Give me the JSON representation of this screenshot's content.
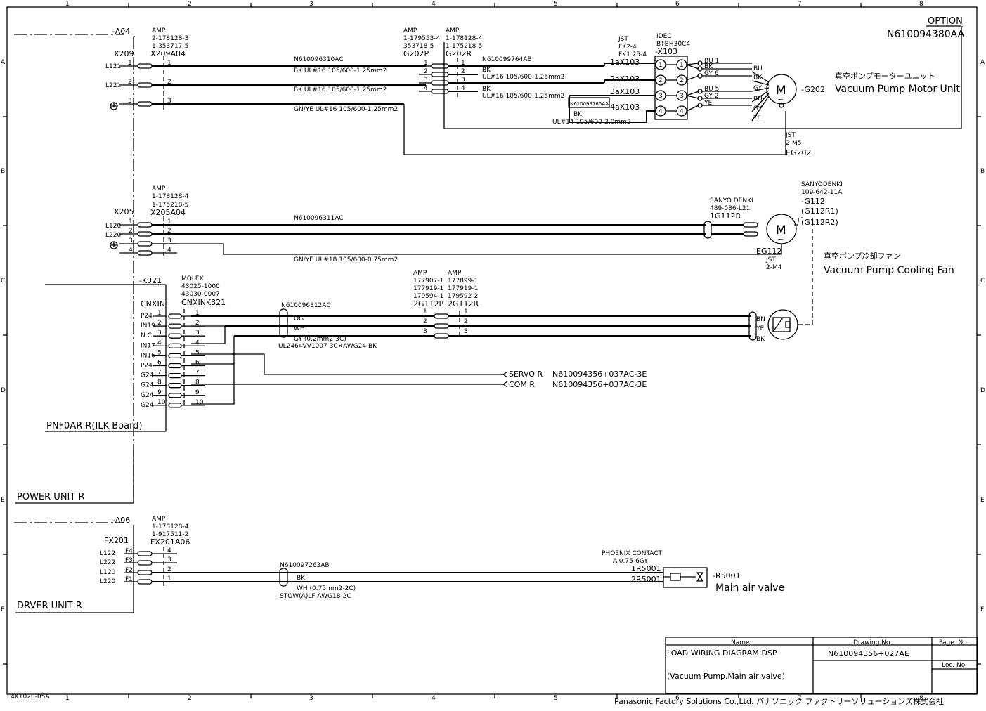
{
  "frame": {
    "cols": [
      "1",
      "2",
      "3",
      "4",
      "5",
      "6",
      "7",
      "8"
    ],
    "rows": [
      "A",
      "B",
      "C",
      "D",
      "E",
      "F"
    ]
  },
  "option_box": {
    "label": "OPTION",
    "part_no": "N610094380AA"
  },
  "vacuum_pump": {
    "plug_id": "X209",
    "unit_ref": "-A04",
    "plug_spec": [
      "AMP",
      "2-178128-3",
      "1-353717-5",
      "X209A04"
    ],
    "wires": [
      {
        "name": "L121",
        "pin": "1"
      },
      {
        "name": "L221",
        "pin": "2"
      },
      {
        "name": "earth-symbol",
        "pin": "3"
      }
    ],
    "cable_no": "N610096310AC",
    "cable_spec_1": "BK    UL#16 105/600-1.25mm2",
    "cable_spec_2": "BK    UL#16 105/600-1.25mm2",
    "cable_spec_3": "GN/YE   UL#16 105/600-1.25mm2",
    "g202p_spec": [
      "AMP",
      "1-179553-4",
      "353718-5",
      "G202P"
    ],
    "g202r_spec": [
      "AMP",
      "1-178128-4",
      "1-175218-5",
      "G202R"
    ],
    "g202_pins": [
      "1",
      "2",
      "3",
      "4"
    ],
    "cable2_no": "N610099764AB",
    "cable2_spec_1": [
      "BK",
      "UL#16 105/600-1.25mm2"
    ],
    "cable2_spec_2": [
      "BK",
      "UL#16 105/600-1.25mm2"
    ],
    "jst_spec": [
      "JST",
      "FK2-4",
      "FK1.25-4"
    ],
    "idec_spec": [
      "IDEC",
      "BTBH30C4",
      "-X103"
    ],
    "x103_terms": [
      "1aX103",
      "2aX103",
      "3aX103",
      "4aX103"
    ],
    "x103_nums": [
      "1",
      "2",
      "3",
      "4"
    ],
    "jumper_no": "N610099765AA",
    "jumper_spec": [
      "BK",
      "UL#14 105/600-2.0mm2"
    ],
    "motor_wires": [
      "BU 1",
      "BK",
      "GY 6",
      "BU 5",
      "GY 2",
      "YE"
    ],
    "motor_side": [
      "BU",
      "BK",
      "GY",
      "BU",
      "GY",
      "YE"
    ],
    "motor_ref": "-G202",
    "motor_symbol": [
      "M",
      "~"
    ],
    "name_jp": "真空ポンプモーターユニット",
    "name_en": "Vacuum Pump Motor Unit",
    "earth_spec": [
      "JST",
      "2-M5",
      "EG202"
    ]
  },
  "cooling_fan": {
    "plug_id": "X205",
    "plug_spec": [
      "AMP",
      "1-178128-4",
      "1-175218-5",
      "X205A04"
    ],
    "wires": [
      {
        "name": "L120",
        "pin": "1"
      },
      {
        "name": "L220",
        "pin": "2"
      },
      {
        "name": "earth-symbol",
        "pin": "3"
      },
      {
        "name": "",
        "pin": "4"
      }
    ],
    "cable_no": "N610096311AC",
    "cable_spec": "GN/YE   UL#18 105/600-0.75mm2",
    "conn_spec": [
      "SANYO DENKI",
      "489-086-L21",
      "1G112R"
    ],
    "fan_spec": [
      "SANYODENKI",
      "109-642-11A",
      "-G112",
      "(G112R1)",
      "(G112R2)"
    ],
    "motor_symbol": [
      "M",
      "~"
    ],
    "earth_ref": "EG112",
    "earth_spec": [
      "JST",
      "2-M4"
    ],
    "name_jp": "真空ポンプ冷却ファン",
    "name_en": "Vacuum Pump Cooling Fan"
  },
  "ilk_board": {
    "ref": "-K321",
    "conn_id": "CNXIN",
    "conn_spec": [
      "MOLEX",
      "43025-1000",
      "43030-0007",
      "CNXINK321"
    ],
    "signals": [
      "P24",
      "IN19",
      "N.C",
      "IN17",
      "IN16",
      "P24",
      "G24",
      "G24",
      "G24",
      "G24"
    ],
    "pins": [
      "1",
      "2",
      "3",
      "4",
      "5",
      "6",
      "7",
      "8",
      "9",
      "10"
    ],
    "board_name": "PNF0AR-R(ILK Board)",
    "cable_no": "N610096312AC",
    "cable_colors": [
      "OG",
      "WH",
      "GY (0.2mm2-3C)"
    ],
    "cable_spec": "UL2464VV1007 3C×AWG24 BK",
    "p_spec": [
      "AMP",
      "177907-1",
      "177919-1",
      "179594-1",
      "2G112P"
    ],
    "r_spec": [
      "AMP",
      "177899-1",
      "177919-1",
      "179592-2",
      "2G112R"
    ],
    "sensor_pins": [
      "1",
      "2",
      "3"
    ],
    "sensor_wires": [
      "BN",
      "YE",
      "BK"
    ],
    "servo": {
      "label": "SERVO R",
      "ref": "N610094356+037AC-3E"
    },
    "com": {
      "label": "COM R",
      "ref": "N610094356+037AC-3E"
    }
  },
  "power_unit": {
    "name": "POWER UNIT R"
  },
  "main_air": {
    "unit_ref": "-A06",
    "plug_id": "FX201",
    "plug_spec": [
      "AMP",
      "1-178128-4",
      "1-917511-2",
      "FX201A06"
    ],
    "wires": [
      {
        "name": "L122",
        "pin": "F4",
        "pin2": "4"
      },
      {
        "name": "L222",
        "pin": "F3",
        "pin2": "3"
      },
      {
        "name": "L120",
        "pin": "F2",
        "pin2": "2"
      },
      {
        "name": "L220",
        "pin": "F1",
        "pin2": "1"
      }
    ],
    "cable_no": "N610097263AB",
    "cable_spec": [
      "BK",
      "WH (0.75mm2-2C)",
      "STOW(A)LF AWG18-2C"
    ],
    "contact_spec": [
      "PHOENIX CONTACT",
      "AI0.75-6GY"
    ],
    "terms": [
      "1R5001",
      "2R5001"
    ],
    "valve_ref": "-R5001",
    "valve_name": "Main air valve"
  },
  "driver_unit": {
    "name": "DRVER UNIT R"
  },
  "title_block": {
    "name_hdr": "Name",
    "drawing_hdr": "Drawing No.",
    "page_hdr": "Page. No.",
    "loc_hdr": "Loc. No.",
    "title": "LOAD WIRING DIAGRAM:DSP",
    "subtitle": "(Vacuum Pump,Main air valve)",
    "drawing_no": "N610094356+027AE"
  },
  "footer": {
    "form_no": "F4K1020-05A",
    "company": "Panasonic Factory Solutions Co.,Ltd.  パナソニック ファクトリーソリューションズ株式会社"
  }
}
